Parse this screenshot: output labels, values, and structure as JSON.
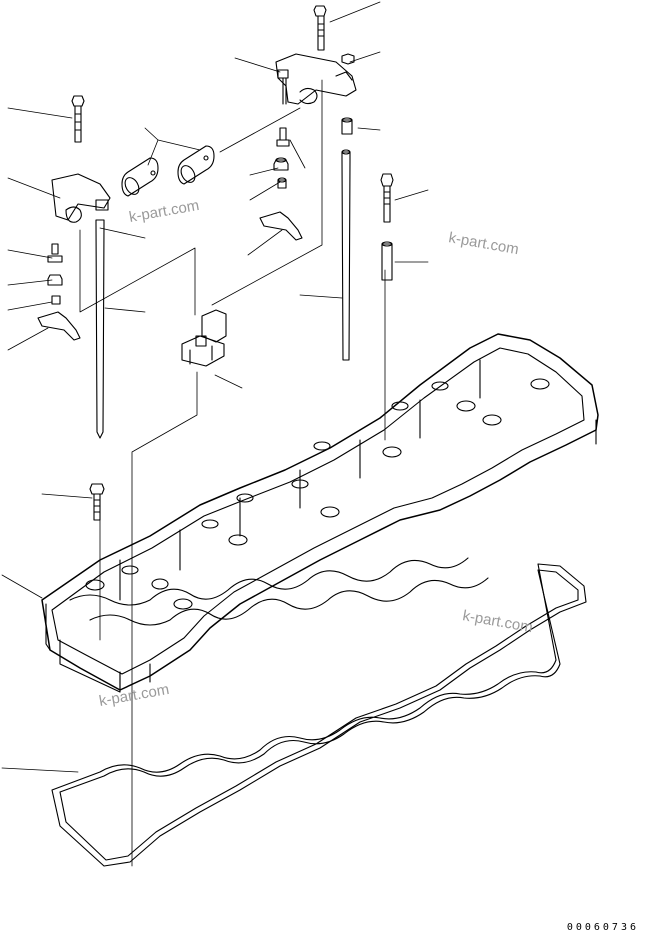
{
  "watermarks": [
    "k-part.com",
    "k-part.com",
    "k-part.com",
    "k-part.com"
  ],
  "drawing_code": "00060736"
}
